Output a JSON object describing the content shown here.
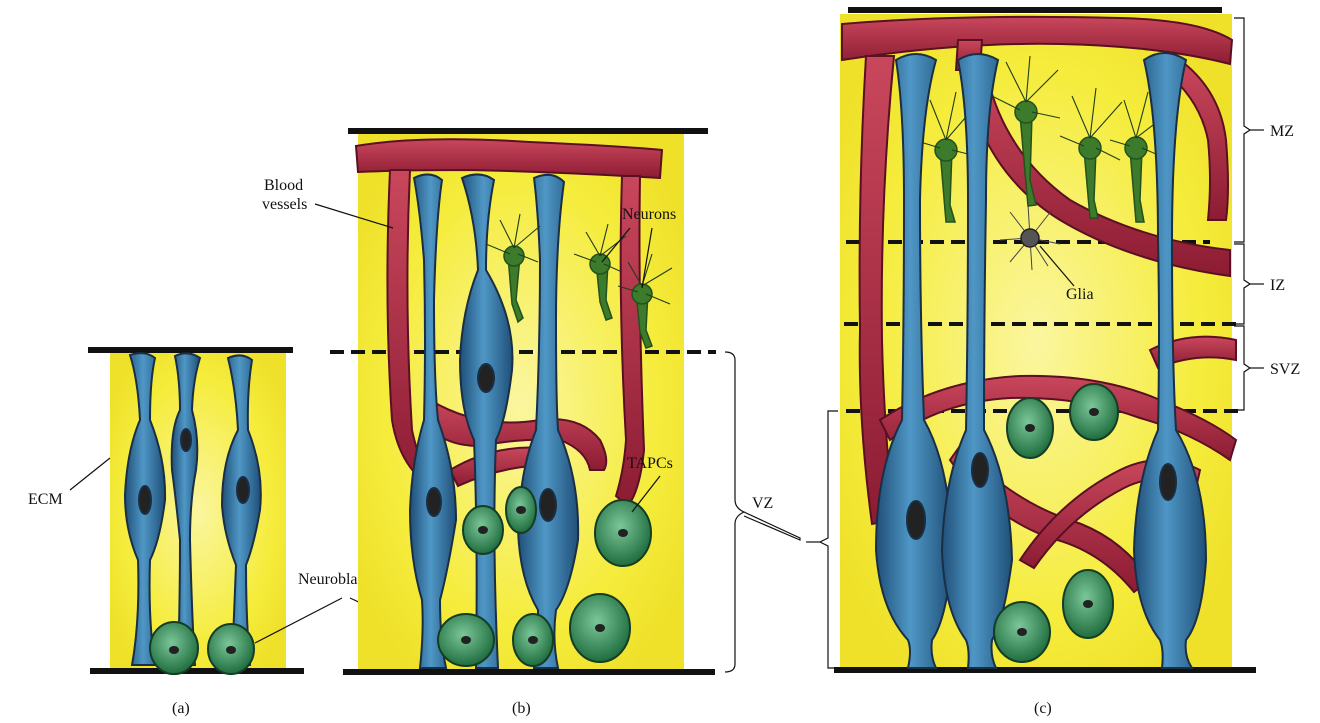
{
  "panels": {
    "a": {
      "caption": "(a)"
    },
    "b": {
      "caption": "(b)"
    },
    "c": {
      "caption": "(c)"
    }
  },
  "labels": {
    "ecm": "ECM",
    "neuroblast": "Neuroblast",
    "blood_vessels_line1": "Blood",
    "blood_vessels_line2": "vessels",
    "neurons": "Neurons",
    "tapcs": "TAPCs",
    "vz_b": "VZ",
    "glia": "Glia",
    "mz": "MZ",
    "iz": "IZ",
    "svz": "SVZ"
  },
  "colors": {
    "matrix_yellow": "#f5ec3c",
    "radial_glia_blue": "#2f6f9e",
    "blood_vessel_red": "#a8283f",
    "tapc_green": "#2e8a52",
    "neuron_green": "#3c7a2c",
    "glia_gray": "#555555",
    "boundary_black": "#111111"
  }
}
